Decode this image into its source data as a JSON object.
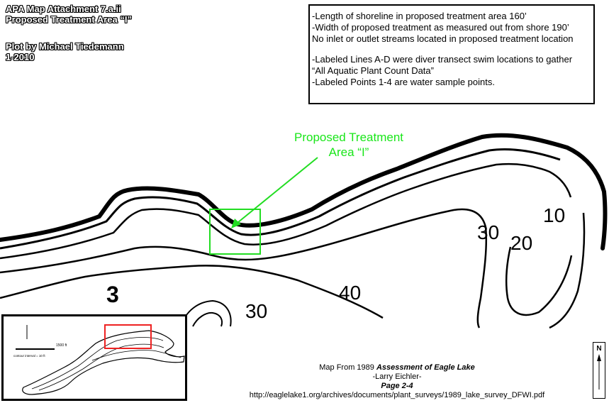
{
  "header": {
    "title_line1": "APA Map Attachment 7.a.ii",
    "title_line2": "Proposed Treatment Area “I”",
    "plot_by": "Plot by Michael Tiedemann",
    "date": "1-2010"
  },
  "notes": {
    "line1": "-Length of shoreline in proposed treatment area 160’",
    "line2": "-Width of proposed treatment as measured out from shore 190’",
    "line3": "No inlet or outlet streams located in proposed treatment location",
    "line4": "-Labeled Lines A-D were diver transect swim locations to gather",
    "line5": "“All Aquatic Plant Count Data”",
    "line6": "-Labeled Points 1-4 are water sample points."
  },
  "treatment_label": {
    "line1": "Proposed Treatment",
    "line2": "Area “I”"
  },
  "contour_labels": {
    "c30_right": "30",
    "c20": "20",
    "c10": "10",
    "c40": "40",
    "c3": "3",
    "c30_low": "30"
  },
  "credit": {
    "prefix": "Map From 1989 ",
    "source_title": "Assessment of Eagle Lake",
    "author": "-Larry Eichler-",
    "page": "Page 2-4",
    "url": "http://eaglelake1.org/archives/documents/plant_surveys/1989_lake_survey_DFWI.pdf"
  },
  "inset": {
    "scale_label": "1500 ft",
    "contour_interval": "contour interval = 10 ft"
  },
  "compass": {
    "north_label": "N"
  },
  "colors": {
    "highlight_green": "#22dd22",
    "inset_highlight_red": "#ee2222"
  }
}
